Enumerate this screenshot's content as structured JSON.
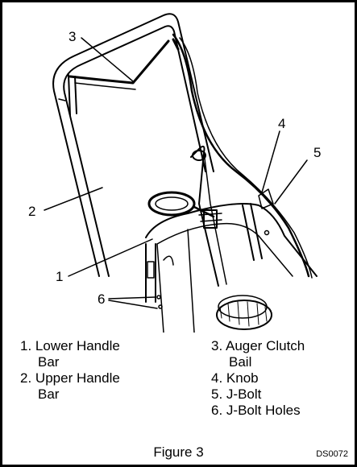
{
  "callouts": [
    {
      "id": "3",
      "label": "3"
    },
    {
      "id": "4",
      "label": "4"
    },
    {
      "id": "5",
      "label": "5"
    },
    {
      "id": "2",
      "label": "2"
    },
    {
      "id": "1",
      "label": "1"
    },
    {
      "id": "6",
      "label": "6"
    }
  ],
  "legend": {
    "left": [
      {
        "num": "1.",
        "line1": "Lower Handle",
        "line2": "Bar"
      },
      {
        "num": "2.",
        "line1": "Upper Handle",
        "line2": "Bar"
      }
    ],
    "right": [
      {
        "num": "3.",
        "line1": "Auger Clutch",
        "line2": "Bail"
      },
      {
        "num": "4.",
        "line1": "Knob",
        "line2": ""
      },
      {
        "num": "5.",
        "line1": "J-Bolt",
        "line2": ""
      },
      {
        "num": "6.",
        "line1": "J-Bolt Holes",
        "line2": ""
      }
    ]
  },
  "caption": "Figure 3",
  "doc_id": "DS0072"
}
